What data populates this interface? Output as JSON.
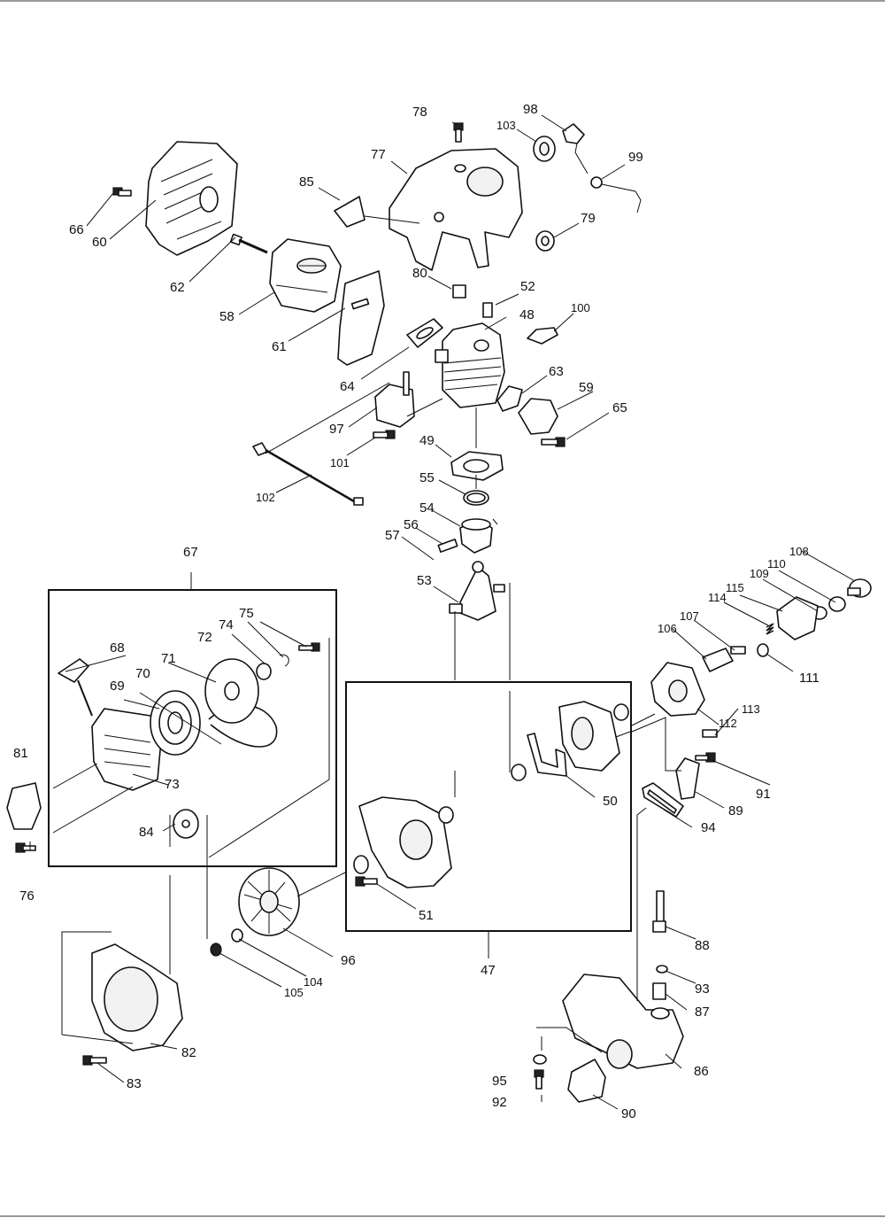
{
  "diagram": {
    "parts": [
      {
        "id": "p47",
        "label": "47"
      },
      {
        "id": "p48",
        "label": "48"
      },
      {
        "id": "p49",
        "label": "49"
      },
      {
        "id": "p50",
        "label": "50"
      },
      {
        "id": "p51",
        "label": "51"
      },
      {
        "id": "p52",
        "label": "52"
      },
      {
        "id": "p53",
        "label": "53"
      },
      {
        "id": "p54",
        "label": "54"
      },
      {
        "id": "p55",
        "label": "55"
      },
      {
        "id": "p56",
        "label": "56"
      },
      {
        "id": "p57",
        "label": "57"
      },
      {
        "id": "p58",
        "label": "58"
      },
      {
        "id": "p59",
        "label": "59"
      },
      {
        "id": "p60",
        "label": "60"
      },
      {
        "id": "p61",
        "label": "61"
      },
      {
        "id": "p62",
        "label": "62"
      },
      {
        "id": "p63",
        "label": "63"
      },
      {
        "id": "p64",
        "label": "64"
      },
      {
        "id": "p65",
        "label": "65"
      },
      {
        "id": "p66",
        "label": "66"
      },
      {
        "id": "p67",
        "label": "67"
      },
      {
        "id": "p68",
        "label": "68"
      },
      {
        "id": "p69",
        "label": "69"
      },
      {
        "id": "p70",
        "label": "70"
      },
      {
        "id": "p71",
        "label": "71"
      },
      {
        "id": "p72",
        "label": "72"
      },
      {
        "id": "p73",
        "label": "73"
      },
      {
        "id": "p74",
        "label": "74"
      },
      {
        "id": "p75",
        "label": "75"
      },
      {
        "id": "p76",
        "label": "76"
      },
      {
        "id": "p77",
        "label": "77"
      },
      {
        "id": "p78",
        "label": "78"
      },
      {
        "id": "p79",
        "label": "79"
      },
      {
        "id": "p80",
        "label": "80"
      },
      {
        "id": "p81",
        "label": "81"
      },
      {
        "id": "p82",
        "label": "82"
      },
      {
        "id": "p83",
        "label": "83"
      },
      {
        "id": "p84",
        "label": "84"
      },
      {
        "id": "p85",
        "label": "85"
      },
      {
        "id": "p86",
        "label": "86"
      },
      {
        "id": "p87",
        "label": "87"
      },
      {
        "id": "p88",
        "label": "88"
      },
      {
        "id": "p89",
        "label": "89"
      },
      {
        "id": "p90",
        "label": "90"
      },
      {
        "id": "p91",
        "label": "91"
      },
      {
        "id": "p92",
        "label": "92"
      },
      {
        "id": "p93",
        "label": "93"
      },
      {
        "id": "p94",
        "label": "94"
      },
      {
        "id": "p95",
        "label": "95"
      },
      {
        "id": "p96",
        "label": "96"
      },
      {
        "id": "p97",
        "label": "97"
      },
      {
        "id": "p98",
        "label": "98"
      },
      {
        "id": "p99",
        "label": "99"
      },
      {
        "id": "p100",
        "label": "100"
      },
      {
        "id": "p101",
        "label": "101"
      },
      {
        "id": "p102",
        "label": "102"
      },
      {
        "id": "p103",
        "label": "103"
      },
      {
        "id": "p104",
        "label": "104"
      },
      {
        "id": "p105",
        "label": "105"
      },
      {
        "id": "p106",
        "label": "106"
      },
      {
        "id": "p107",
        "label": "107"
      },
      {
        "id": "p108",
        "label": "108"
      },
      {
        "id": "p109",
        "label": "109"
      },
      {
        "id": "p110",
        "label": "110"
      },
      {
        "id": "p111",
        "label": "111"
      },
      {
        "id": "p112",
        "label": "112"
      },
      {
        "id": "p113",
        "label": "113"
      },
      {
        "id": "p114",
        "label": "114"
      },
      {
        "id": "p115",
        "label": "115"
      }
    ]
  }
}
